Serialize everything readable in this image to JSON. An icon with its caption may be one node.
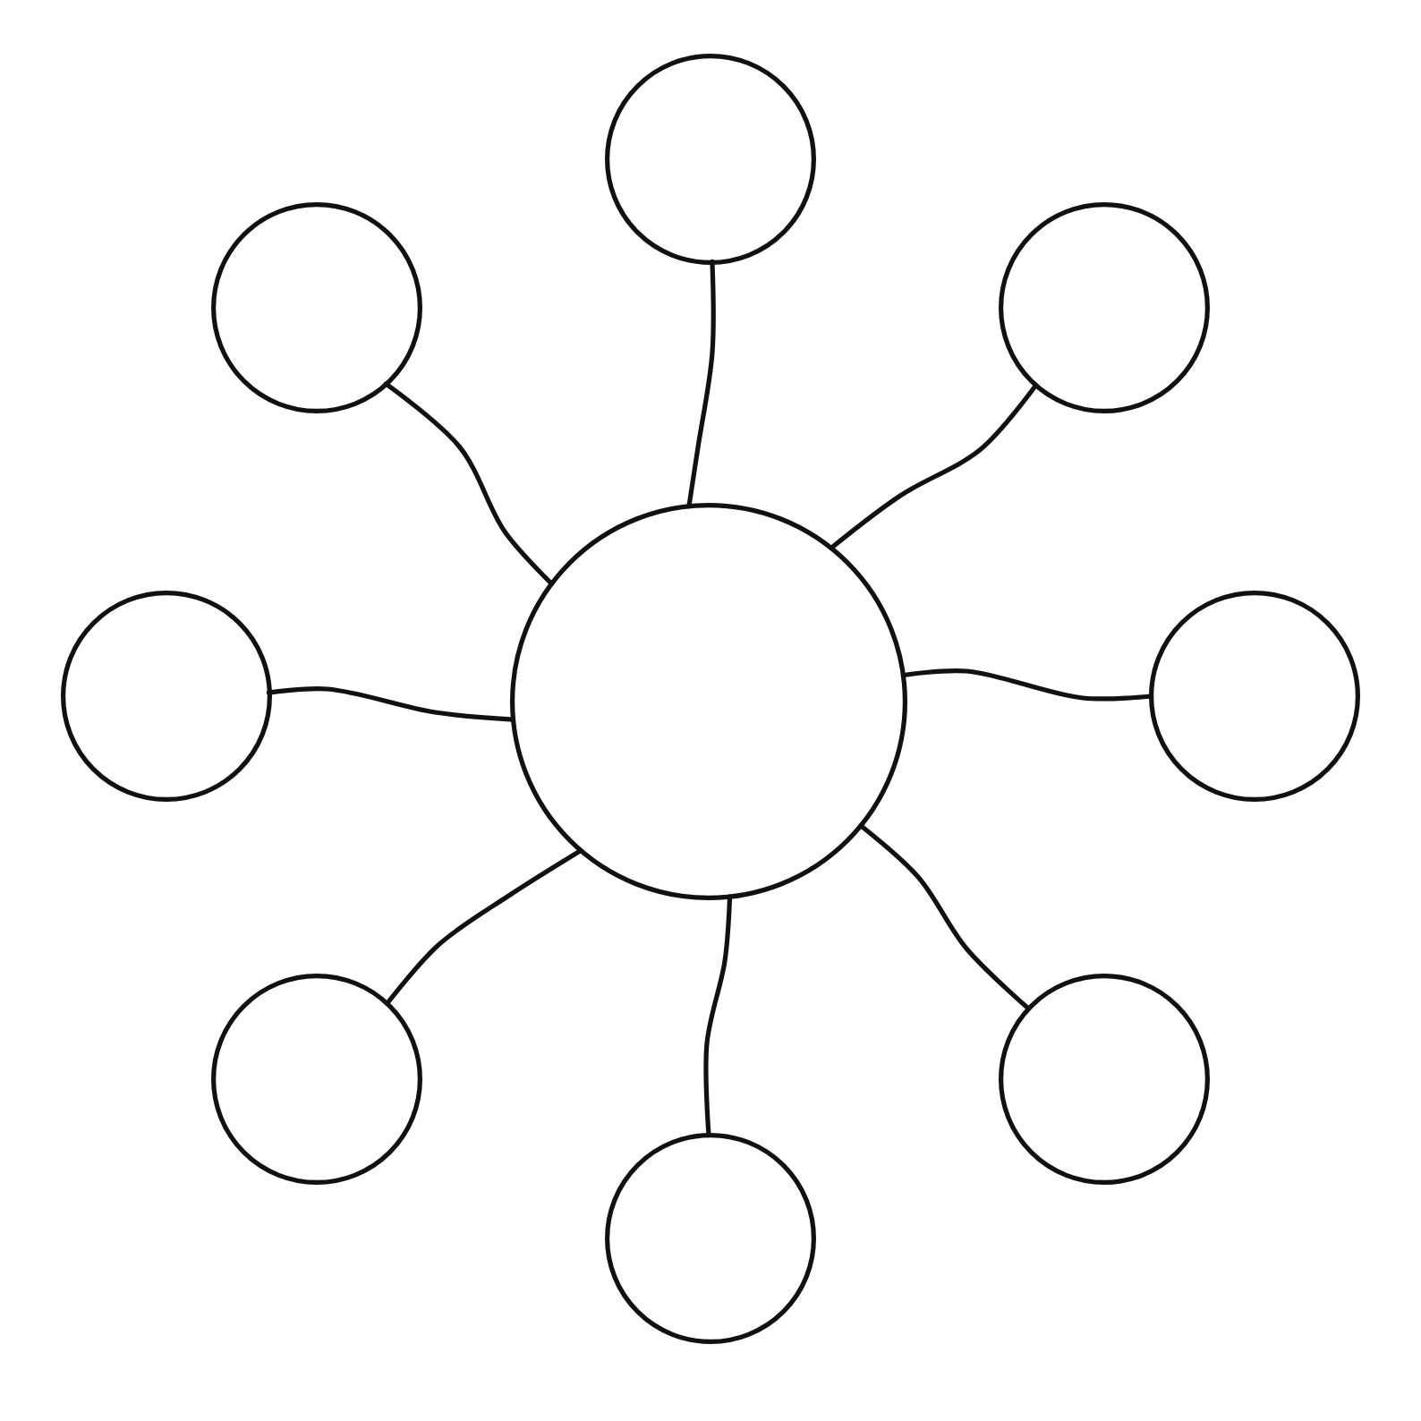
{
  "diagram": {
    "nodes": [
      {
        "text": [],
        "shape": "circle"
      },
      {
        "text": [],
        "shape": "circle"
      },
      {
        "text": [],
        "shape": "circle"
      },
      {
        "text": [],
        "shape": "circle"
      },
      {
        "text": [],
        "shape": "circle"
      },
      {
        "text": [],
        "shape": "circle"
      },
      {
        "text": [],
        "shape": "circle"
      },
      {
        "text": [],
        "shape": "circle"
      },
      {
        "text": [],
        "shape": "circle"
      }
    ],
    "edges": [
      {
        "from": 0,
        "to": 1,
        "arrow": "none"
      },
      {
        "from": 0,
        "to": 2,
        "arrow": "none"
      },
      {
        "from": 0,
        "to": 3,
        "arrow": "none"
      },
      {
        "from": 0,
        "to": 4,
        "arrow": "none"
      },
      {
        "from": 0,
        "to": 5,
        "arrow": "none"
      },
      {
        "from": 0,
        "to": 6,
        "arrow": "none"
      },
      {
        "from": 0,
        "to": 7,
        "arrow": "none"
      },
      {
        "from": 0,
        "to": 8,
        "arrow": "none"
      }
    ]
  }
}
